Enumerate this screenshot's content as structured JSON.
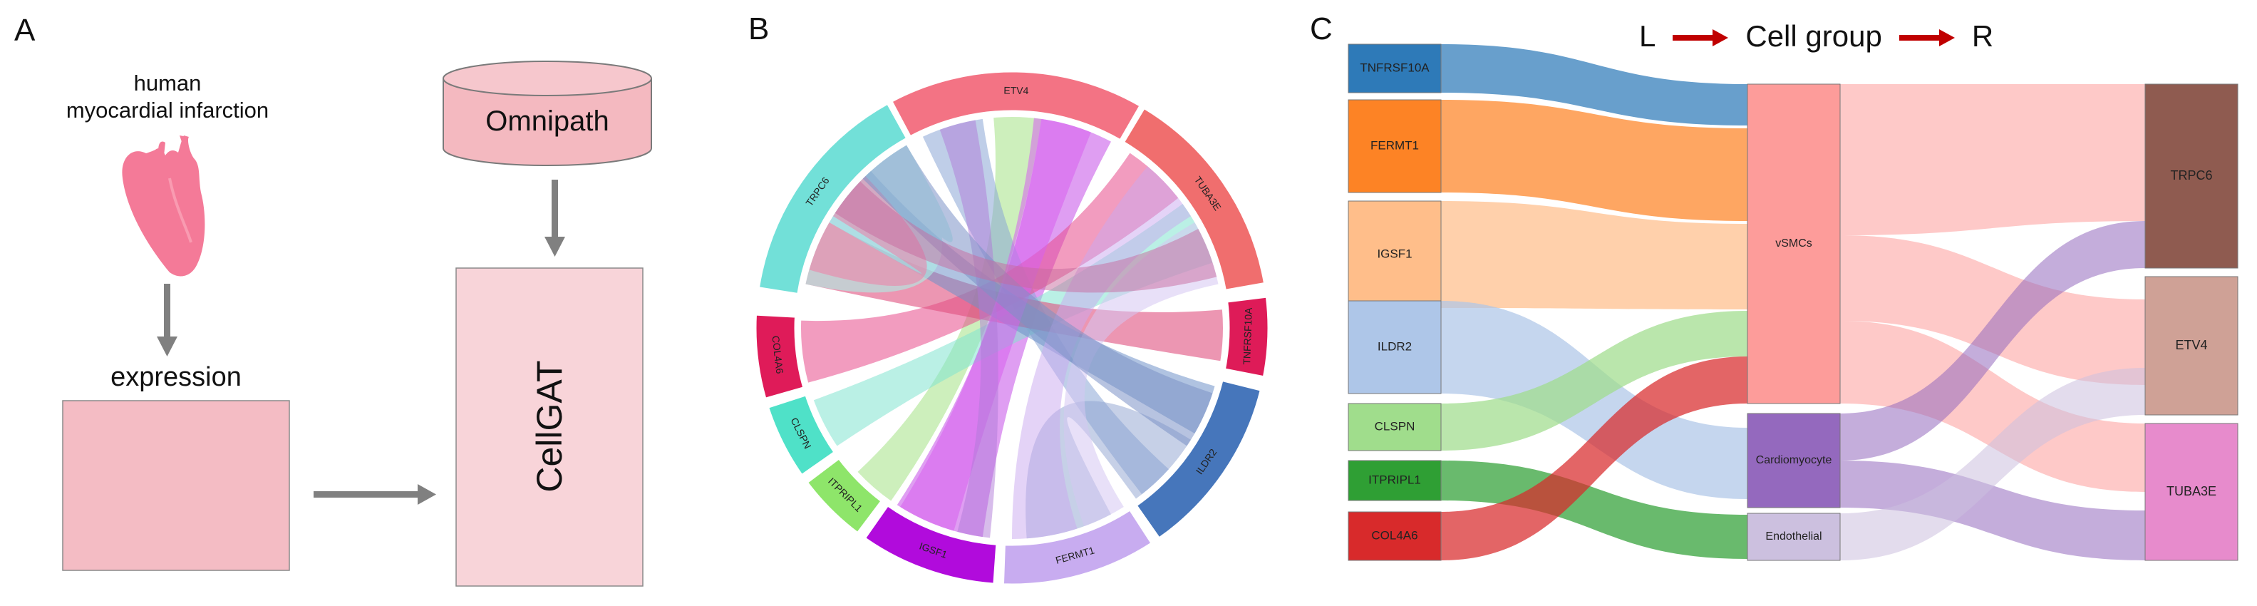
{
  "panelA": {
    "letter": "A",
    "title_line1": "human",
    "title_line2": "myocardial infarction",
    "expression_label": "expression",
    "db_label": "Omnipath",
    "model_label": "CellGAT",
    "colors": {
      "heart": "#f47a98",
      "box": "#f4bcc4",
      "db": "#f4b9c0",
      "model": "#f8d4d9",
      "arrow": "#808080"
    },
    "icons": [
      "heart-icon",
      "database-icon",
      "arrow-down-icon",
      "arrow-right-icon"
    ]
  },
  "panelB": {
    "letter": "B",
    "sectors": [
      {
        "name": "ETV4",
        "color": "#f37384"
      },
      {
        "name": "TUBA3E",
        "color": "#f06e6e"
      },
      {
        "name": "TNFRSF10A",
        "color": "#de1b58"
      },
      {
        "name": "ILDR2",
        "color": "#4676bb"
      },
      {
        "name": "FERMT1",
        "color": "#c8acf0"
      },
      {
        "name": "IGSF1",
        "color": "#b10bdc"
      },
      {
        "name": "ITPRIPL1",
        "color": "#8ee56a"
      },
      {
        "name": "CLSPN",
        "color": "#4fe1c8"
      },
      {
        "name": "COL4A6",
        "color": "#df1b59"
      },
      {
        "name": "TRPC6",
        "color": "#72e0d8"
      }
    ]
  },
  "panelC": {
    "letter": "C",
    "header_left": "L",
    "header_middle": "Cell group",
    "header_right": "R",
    "arrow_color": "#c00000",
    "left_nodes": [
      {
        "label": "TNFRSF10A",
        "color": "#2e7ab8"
      },
      {
        "label": "FERMT1",
        "color": "#fd8325"
      },
      {
        "label": "IGSF1",
        "color": "#ffbe8a"
      },
      {
        "label": "ILDR2",
        "color": "#aec6e8"
      },
      {
        "label": "CLSPN",
        "color": "#a0dd8c"
      },
      {
        "label": "ITPRIPL1",
        "color": "#2f9f34"
      },
      {
        "label": "COL4A6",
        "color": "#d82a2b"
      }
    ],
    "middle_nodes": [
      {
        "label": "vSMCs",
        "color": "#fd9c9a"
      },
      {
        "label": "Cardiomyocyte",
        "color": "#9469be"
      },
      {
        "label": "Endothelial",
        "color": "#ccc0df"
      }
    ],
    "right_nodes": [
      {
        "label": "TRPC6",
        "color": "#8f5b50"
      },
      {
        "label": "ETV4",
        "color": "#cfa196"
      },
      {
        "label": "TUBA3E",
        "color": "#e78bcc"
      }
    ]
  }
}
